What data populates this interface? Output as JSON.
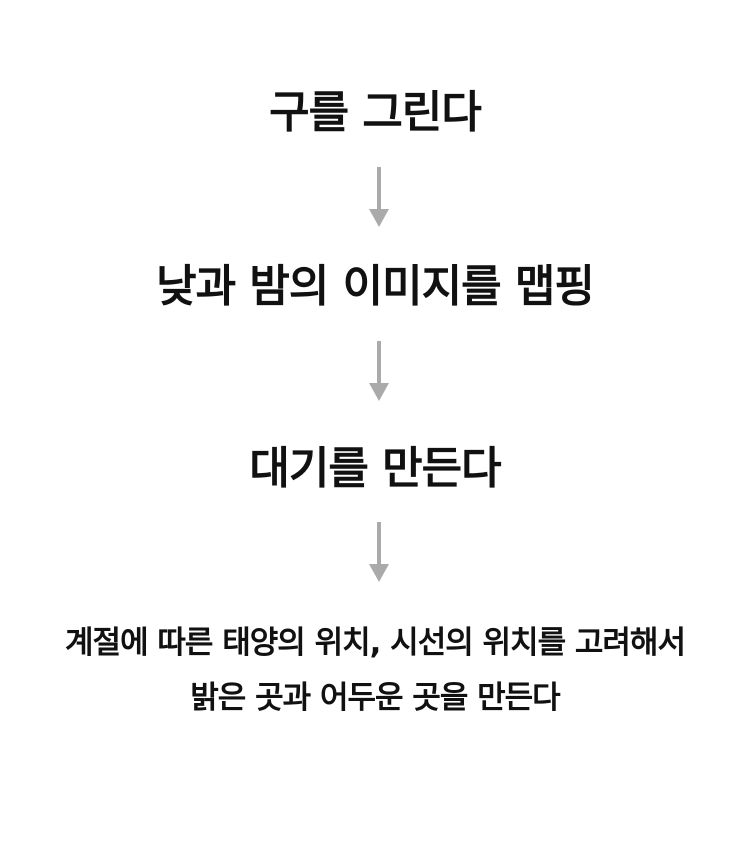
{
  "flow": {
    "step1": "구를 그린다",
    "step2": "낮과 밤의 이미지를 맵핑",
    "step3": "대기를 만든다",
    "step4_line1": "계절에 따른 태양의 위치, 시선의 위치를 고려해서",
    "step4_line2": "밝은 곳과 어두운 곳을 만든다"
  },
  "colors": {
    "text": "#111111",
    "arrow": "#aaaaaa",
    "background": "#ffffff"
  }
}
